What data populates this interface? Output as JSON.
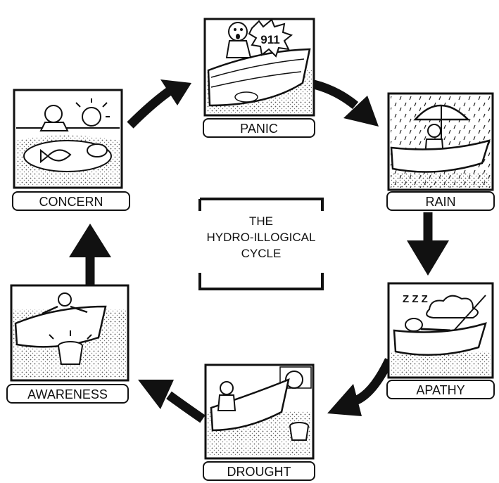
{
  "diagram": {
    "center_title": [
      "THE",
      "HYDRO-ILLOGICAL",
      "CYCLE"
    ],
    "stages": [
      {
        "id": "panic",
        "label": "PANIC",
        "speech": "911"
      },
      {
        "id": "rain",
        "label": "RAIN"
      },
      {
        "id": "apathy",
        "label": "APATHY",
        "sound": "Z Z Z"
      },
      {
        "id": "drought",
        "label": "DROUGHT"
      },
      {
        "id": "awareness",
        "label": "AWARENESS"
      },
      {
        "id": "concern",
        "label": "CONCERN"
      }
    ],
    "colors": {
      "ink": "#111111",
      "paper": "#ffffff",
      "stipple": "#555555"
    },
    "icons": [
      "boat-icon",
      "sun-icon",
      "umbrella-icon",
      "cloud-icon",
      "bucket-icon",
      "fish-icon",
      "person-icon"
    ]
  }
}
